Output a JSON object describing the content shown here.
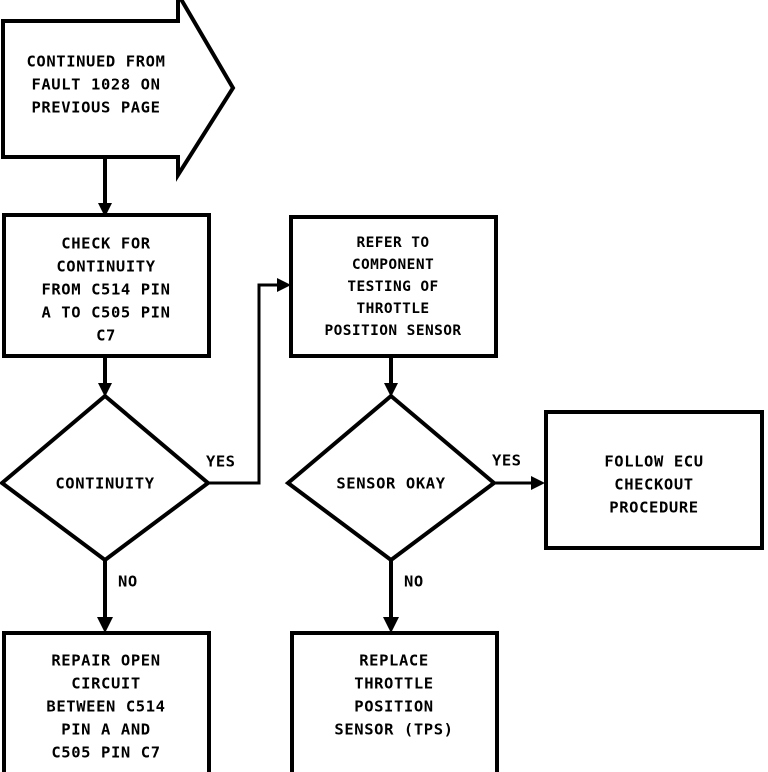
{
  "diagram": {
    "title": "Throttle Position Sensor Fault Diagnostic Flowchart",
    "type": "flowchart",
    "line_color": "#000000",
    "background_color": "#ffffff"
  },
  "nodes": {
    "continued_from": {
      "shape": "arrow-banner",
      "line1": "CONTINUED FROM",
      "line2": "FAULT 1028 ON",
      "line3": "PREVIOUS PAGE"
    },
    "check_continuity": {
      "shape": "process",
      "line1": "CHECK FOR",
      "line2": "CONTINUITY",
      "line3": "FROM C514 PIN",
      "line4": "A TO C505 PIN",
      "line5": "C7"
    },
    "refer_component_testing": {
      "shape": "process",
      "line1": "REFER TO",
      "line2": "COMPONENT",
      "line3": "TESTING OF",
      "line4": "THROTTLE",
      "line5": "POSITION SENSOR"
    },
    "continuity_decision": {
      "shape": "decision",
      "label": "CONTINUITY"
    },
    "sensor_okay_decision": {
      "shape": "decision",
      "label": "SENSOR OKAY"
    },
    "follow_ecu": {
      "shape": "process",
      "line1": "FOLLOW ECU",
      "line2": "CHECKOUT",
      "line3": "PROCEDURE"
    },
    "repair_open_circuit": {
      "shape": "process",
      "line1": "REPAIR OPEN",
      "line2": "CIRCUIT",
      "line3": "BETWEEN C514",
      "line4": "PIN A AND",
      "line5": "C505 PIN C7"
    },
    "replace_tps": {
      "shape": "process",
      "line1": "REPLACE",
      "line2": "THROTTLE",
      "line3": "POSITION",
      "line4": "SENSOR (TPS)"
    }
  },
  "edges": {
    "continuity_yes": "YES",
    "continuity_no": "NO",
    "sensor_yes": "YES",
    "sensor_no": "NO"
  }
}
